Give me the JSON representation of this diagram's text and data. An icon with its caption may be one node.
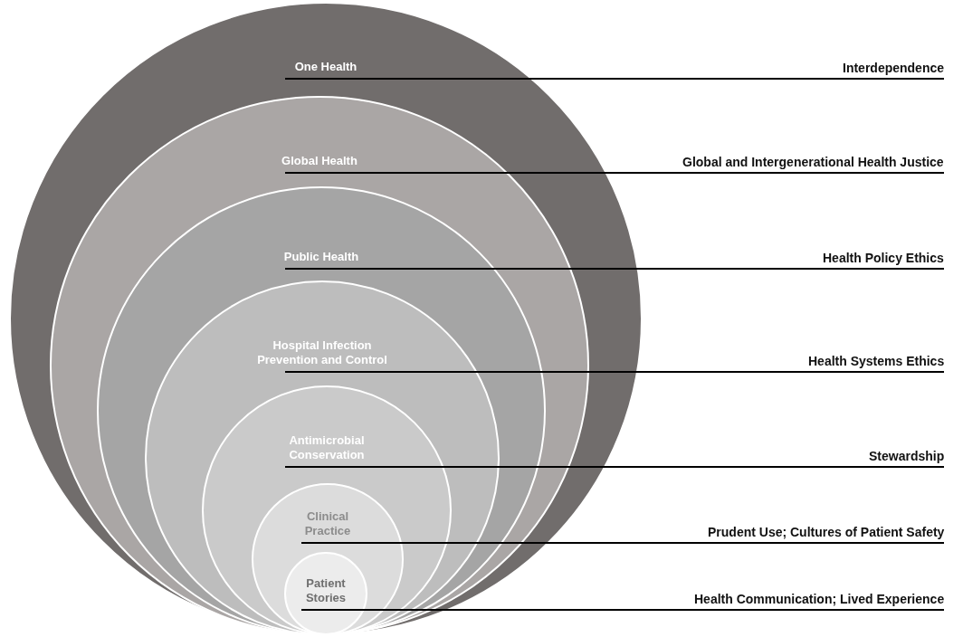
{
  "diagram": {
    "nodes": [
      {
        "text": [
          "One Health"
        ]
      },
      {
        "text": [
          "Global Health"
        ],
        "in": 0
      },
      {
        "text": [
          "Public Health"
        ],
        "in": 1
      },
      {
        "text": [
          "Hospital Infection Prevention and Control"
        ],
        "in": 2
      },
      {
        "text": [
          "Antimicrobial Conservation"
        ],
        "in": 3
      },
      {
        "text": [
          "Clinical Practice"
        ],
        "in": 4
      },
      {
        "text": [
          "Patient Stories"
        ],
        "in": 5
      },
      {
        "text": [
          "Interdependence"
        ]
      },
      {
        "text": [
          "Global and Intergenerational Health Justice"
        ]
      },
      {
        "text": [
          "Health Policy Ethics"
        ]
      },
      {
        "text": [
          "Health Systems Ethics"
        ]
      },
      {
        "text": [
          "Stewardship"
        ]
      },
      {
        "text": [
          "Prudent Use; Cultures of Patient Safety"
        ]
      },
      {
        "text": [
          "Health Communication; Lived Experience"
        ]
      }
    ],
    "edges": [
      {
        "from": 0,
        "to": 7,
        "arrow": "none"
      },
      {
        "from": 1,
        "to": 8,
        "arrow": "none"
      },
      {
        "from": 2,
        "to": 9,
        "arrow": "none"
      },
      {
        "from": 3,
        "to": 10,
        "arrow": "none"
      },
      {
        "from": 4,
        "to": 11,
        "arrow": "none"
      },
      {
        "from": 5,
        "to": 12,
        "arrow": "none"
      },
      {
        "from": 6,
        "to": 13,
        "arrow": "none"
      }
    ]
  }
}
